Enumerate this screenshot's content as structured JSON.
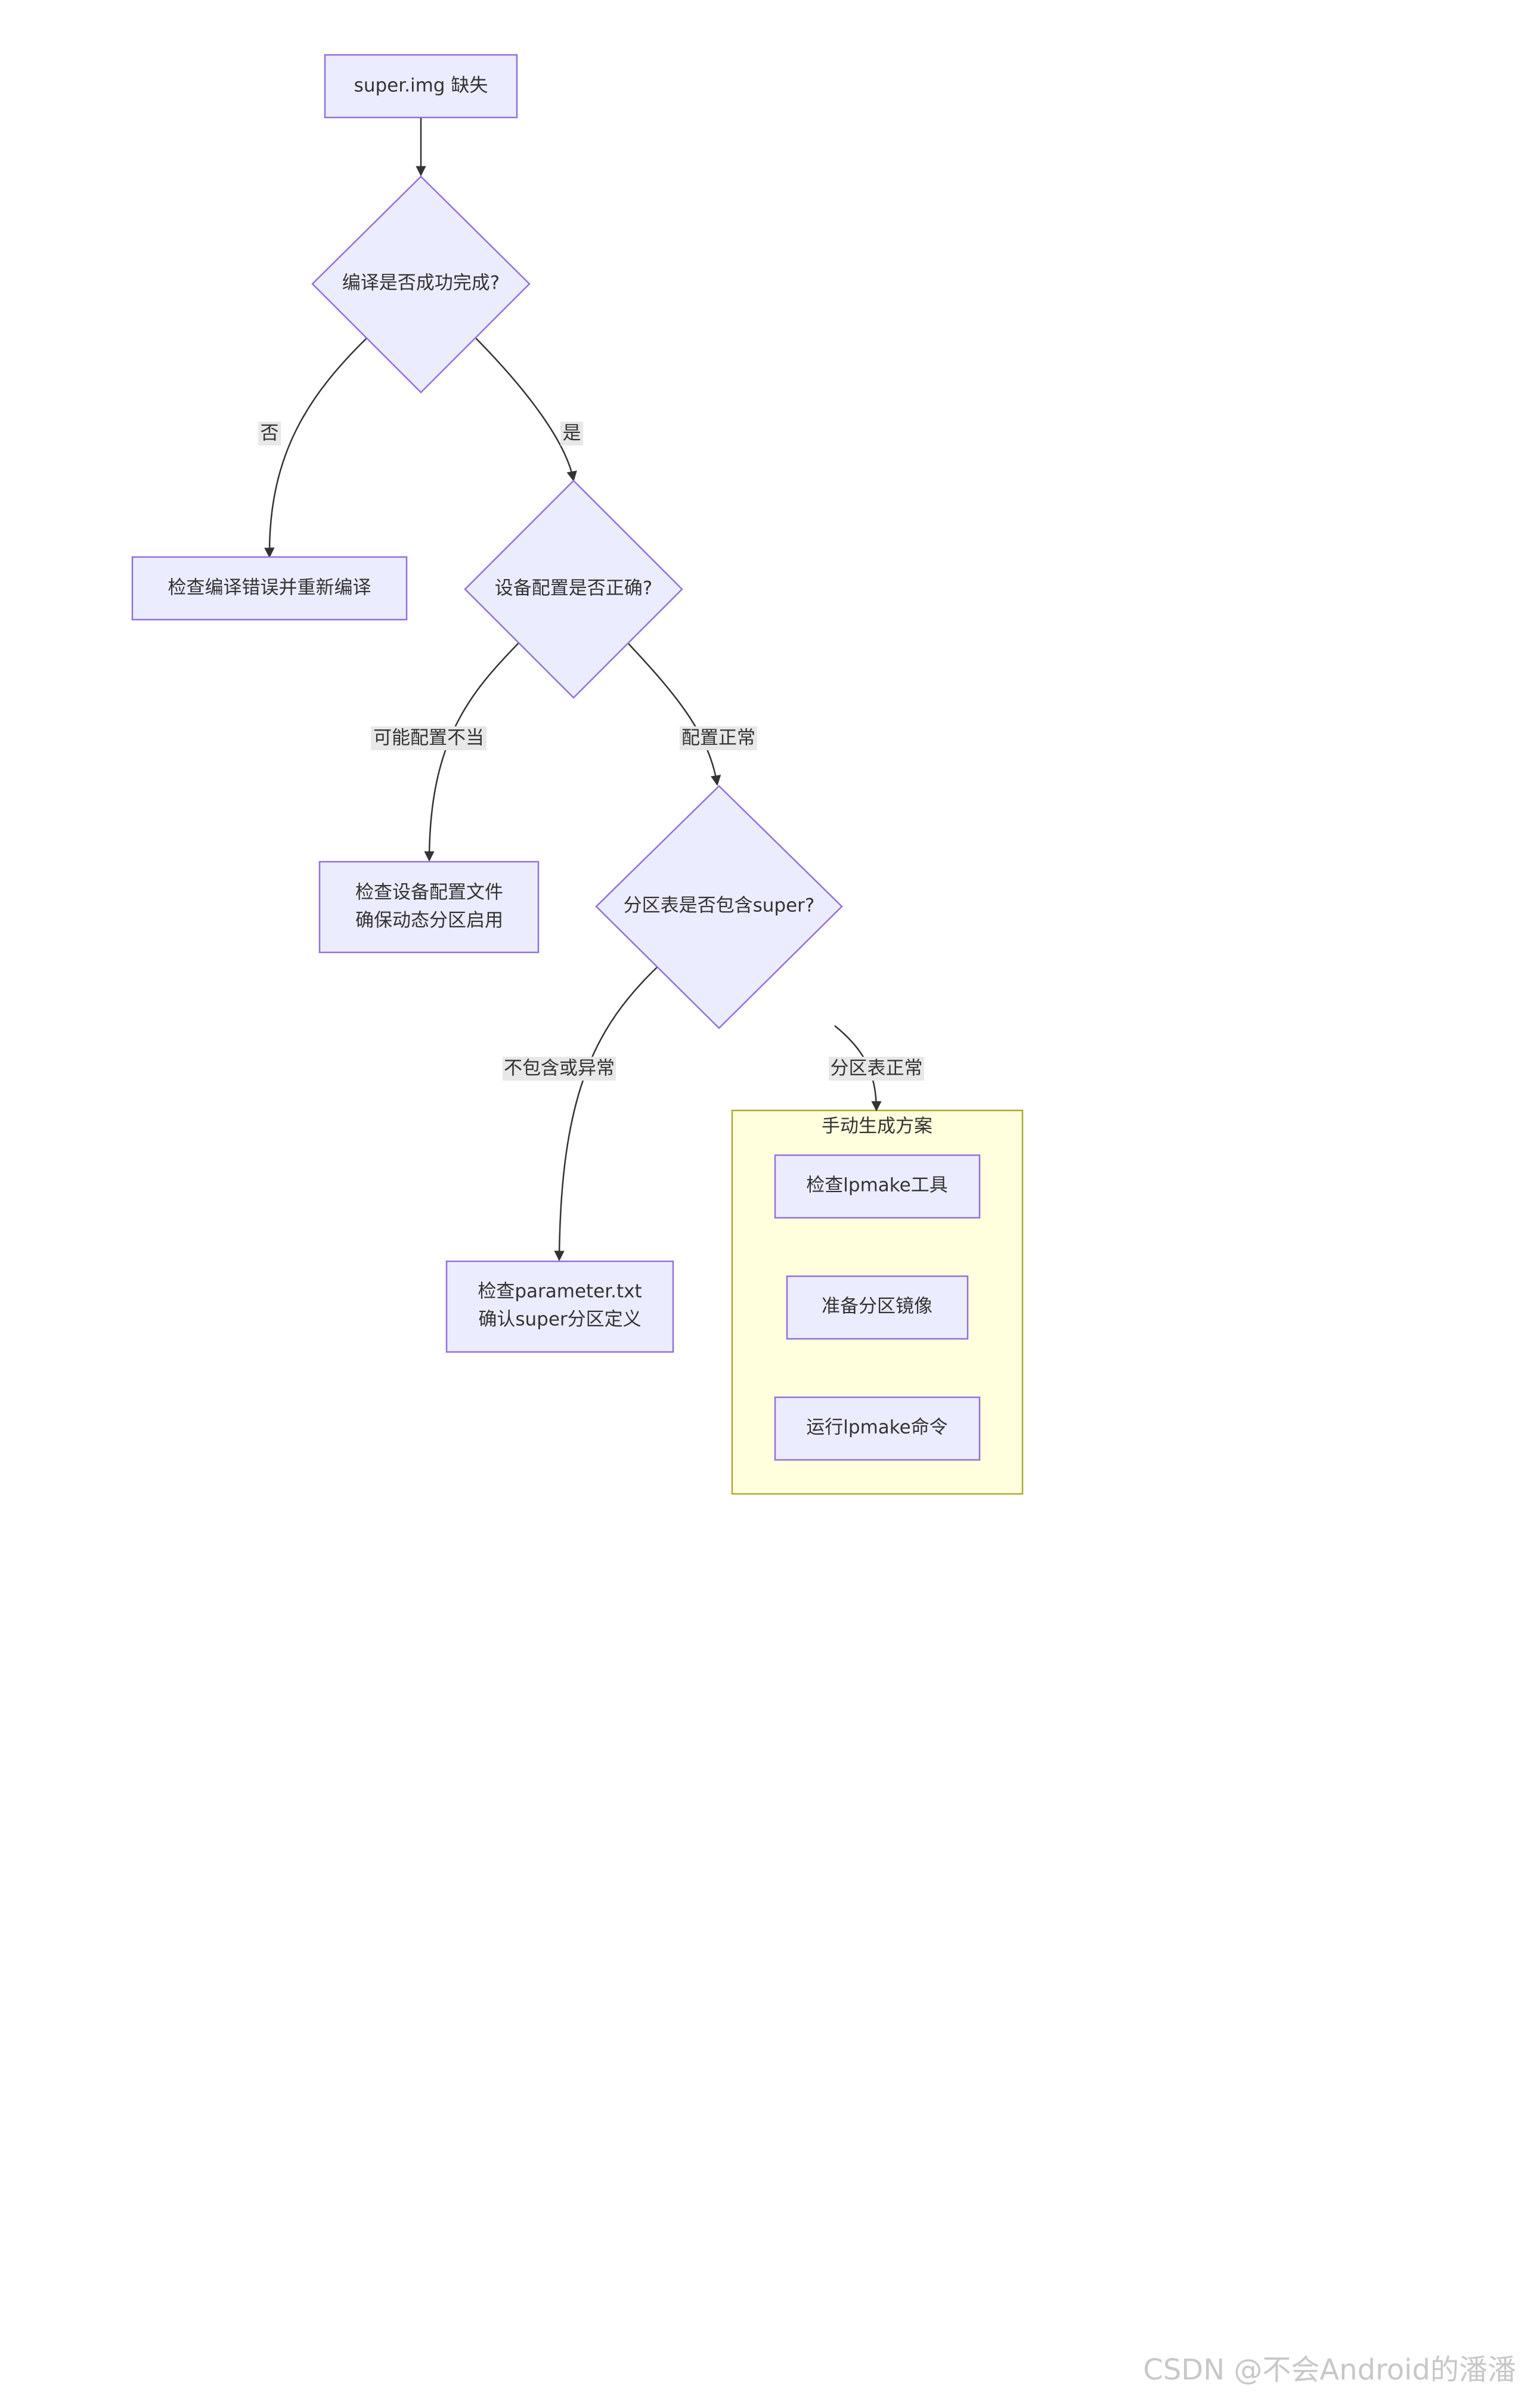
{
  "colors": {
    "node_fill": "#ececff",
    "node_stroke": "#9370db",
    "edge": "#333333",
    "cluster_fill": "#ffffde",
    "cluster_stroke": "#aaaa33",
    "label_bg": "#e8e8e8"
  },
  "nodes": {
    "start": "super.img 缺失",
    "d_build": "编译是否成功完成?",
    "fix_build": "检查编译错误并重新编译",
    "d_config": "设备配置是否正确?",
    "fix_config_line1": "检查设备配置文件",
    "fix_config_line2": "确保动态分区启用",
    "d_partition": "分区表是否包含super?",
    "fix_param_line1": "检查parameter.txt",
    "fix_param_line2": "确认super分区定义",
    "check_lpmake": "检查lpmake工具",
    "prepare_images": "准备分区镜像",
    "run_lpmake": "运行lpmake命令"
  },
  "edges": {
    "build_no": "否",
    "build_yes": "是",
    "config_bad": "可能配置不当",
    "config_ok": "配置正常",
    "partition_bad": "不包含或异常",
    "partition_ok": "分区表正常"
  },
  "cluster": {
    "title": "手动生成方案"
  },
  "watermark": "CSDN @不会Android的潘潘"
}
